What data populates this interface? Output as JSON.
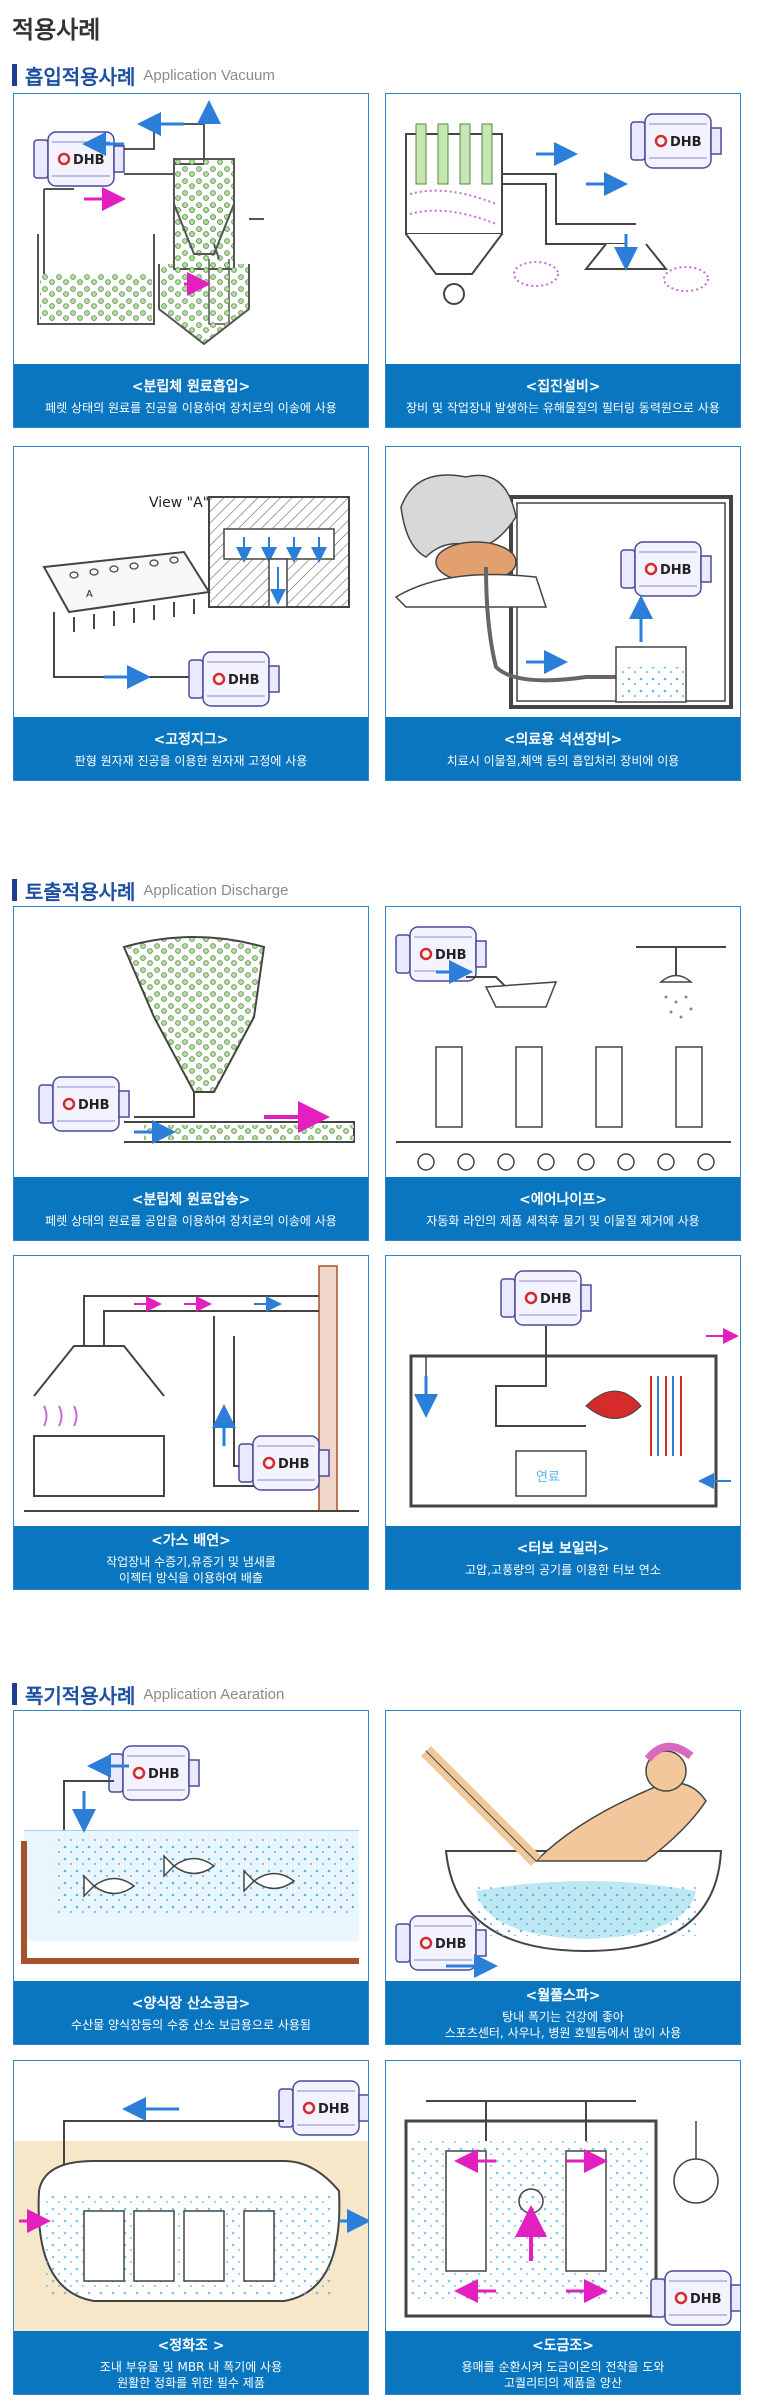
{
  "page": {
    "title": "적용사례"
  },
  "sections": [
    {
      "title": "흡입적용사례",
      "subtitle": "Application Vacuum",
      "cards": [
        {
          "title": "<분립체 원료흡입>",
          "desc": [
            "페렛 상태의 원료를 진공을 이용하여 장치로의 이송에 사용"
          ]
        },
        {
          "title": "<집진설비>",
          "desc": [
            "장비 및 작업장내 발생하는 유해물질의 필터링 동력원으로 사용"
          ]
        },
        {
          "title": "<고정지그>",
          "desc": [
            "판형 원자재 진공을 이용한 원자재 고정에 사용"
          ],
          "label": "View \"A\"",
          "label2": "A"
        },
        {
          "title": "<의료용 석션장비>",
          "desc": [
            "치료시 이물질,체액 등의 흡입처리 장비에 이용"
          ]
        }
      ]
    },
    {
      "title": "토출적용사례",
      "subtitle": "Application Discharge",
      "cards": [
        {
          "title": "<분립체 원료압송>",
          "desc": [
            "페렛 상태의 원료를 공압을 이용하여 장치로의 이송에 사용"
          ]
        },
        {
          "title": "<에어나이프>",
          "desc": [
            "자동화 라인의 제품 세척후 물기 및 이물질 제거에 사용"
          ]
        },
        {
          "title": "<가스 배연>",
          "desc": [
            "작업장내 수증기,유증기 및 냄새를",
            "이젝터 방식을 이용하여 배출"
          ]
        },
        {
          "title": "<터보 보일러>",
          "desc": [
            "고압,고풍량의 공기를 이용한 터보 연소"
          ],
          "label": "연료"
        }
      ]
    },
    {
      "title": "폭기적용사례",
      "subtitle": "Application Aearation",
      "cards": [
        {
          "title": "<양식장 산소공급>",
          "desc": [
            "수산물 양식장등의 수중 산소 보급용으로 사용됨"
          ]
        },
        {
          "title": "<월풀스파>",
          "desc": [
            "탕내 폭기는 건강에 좋아",
            "스포츠센터, 사우나, 병원 호텔등에서 많이 사용"
          ]
        },
        {
          "title": "<정화조 >",
          "desc": [
            "조내 부유물 및 MBR 내 폭기에 사용",
            "원활한 정화를 위한 필수 제품"
          ]
        },
        {
          "title": "<도금조>",
          "desc": [
            "용매를 순환시켜 도금이온의 전착을 도와",
            "고퀄리티의 제품을 양산"
          ]
        }
      ]
    }
  ],
  "brand": {
    "logo_text": "DHB",
    "accent": "#0a76bf",
    "frame": "#2f86c9",
    "heading": "#1d4fa3",
    "arrow_blue": "#2b7fd9",
    "arrow_pink": "#e41fc0"
  }
}
